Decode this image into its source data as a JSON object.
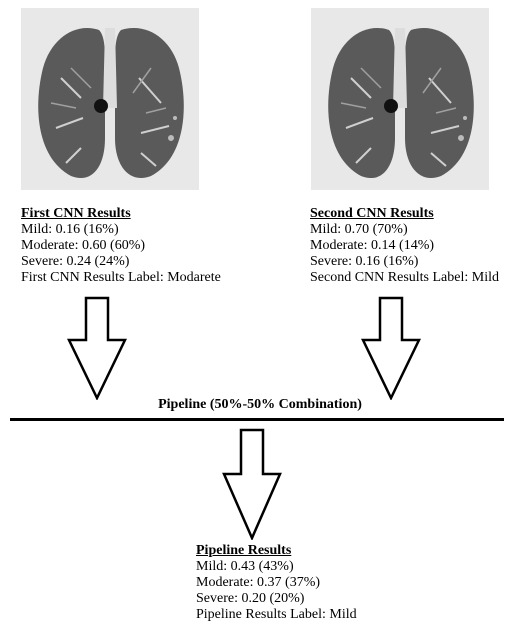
{
  "first_cnn": {
    "title": "First CNN Results",
    "mild": "Mild: 0.16 (16%)",
    "moderate": "Moderate: 0.60 (60%)",
    "severe": "Severe: 0.24 (24%)",
    "label": "First CNN Results Label: Modarete"
  },
  "second_cnn": {
    "title": "Second CNN Results",
    "mild": "Mild: 0.70 (70%)",
    "moderate": "Moderate: 0.14 (14%)",
    "severe": "Severe: 0.16 (16%)",
    "label": "Second CNN Results Label: Mild"
  },
  "pipeline": {
    "title": "Pipeline (50%-50% Combination)"
  },
  "pipeline_results": {
    "title": "Pipeline Results",
    "mild": "Mild: 0.43 (43%)",
    "moderate": "Moderate: 0.37 (37%)",
    "severe": "Severe: 0.20 (20%)",
    "label": "Pipeline Results Label: Mild"
  },
  "colors": {
    "image_background": "#e6e6e6",
    "lung_tissue": "#555555",
    "line": "#000000"
  }
}
